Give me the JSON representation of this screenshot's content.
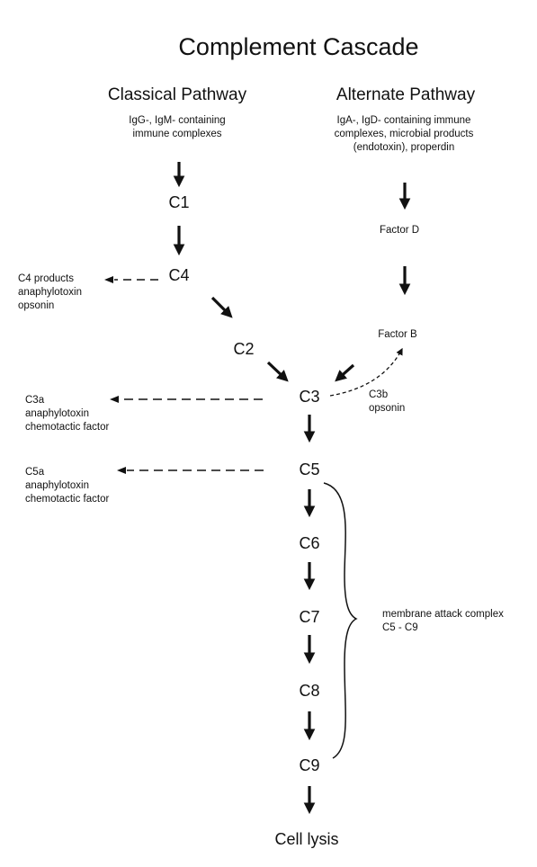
{
  "title": "Complement Cascade",
  "classical": {
    "heading": "Classical Pathway",
    "desc_line1": "IgG-, IgM- containing",
    "desc_line2": "immune complexes"
  },
  "alternate": {
    "heading": "Alternate Pathway",
    "desc_line1": "IgA-, IgD- containing immune",
    "desc_line2": "complexes,  microbial products",
    "desc_line3": "(endotoxin), properdin"
  },
  "nodes": {
    "c1": "C1",
    "c4": "C4",
    "c2": "C2",
    "c3": "C3",
    "c5": "C5",
    "c6": "C6",
    "c7": "C7",
    "c8": "C8",
    "c9": "C9",
    "factor_d": "Factor D",
    "factor_b": "Factor B",
    "cell_lysis": "Cell lysis"
  },
  "side_products": {
    "c4_line1": "C4 products",
    "c4_line2": "anaphylotoxin",
    "c4_line3": "opsonin",
    "c3a_line1": "C3a",
    "c3a_line2": "anaphylotoxin",
    "c3a_line3": "chemotactic factor",
    "c3b_line1": "C3b",
    "c3b_line2": "opsonin",
    "c5a_line1": "C5a",
    "c5a_line2": "anaphylotoxin",
    "c5a_line3": "chemotactic factor"
  },
  "mac": {
    "line1": "membrane attack complex",
    "line2": "C5 - C9"
  },
  "colors": {
    "ink": "#111111",
    "background": "#ffffff"
  }
}
